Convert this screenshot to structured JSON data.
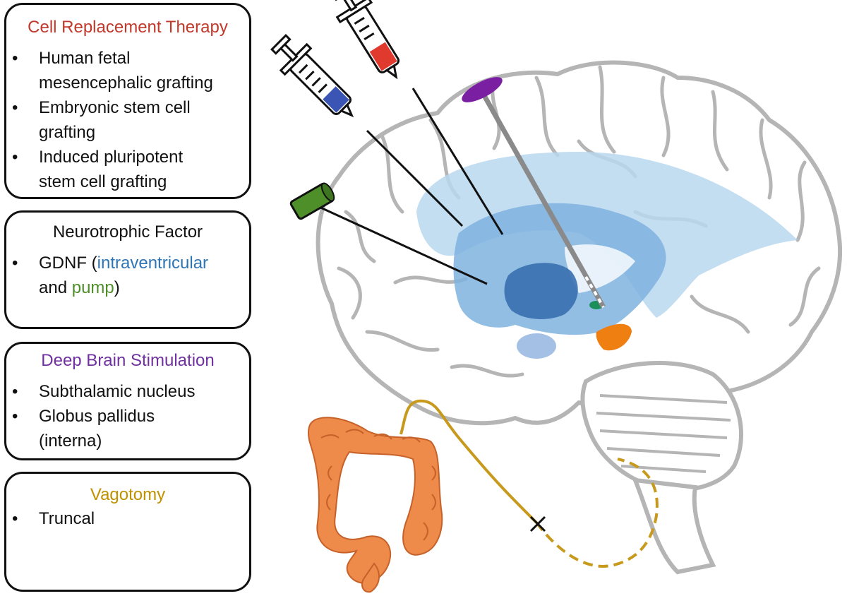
{
  "panels": {
    "cell_replacement": {
      "title": "Cell Replacement Therapy",
      "title_color": "#c0392b",
      "items": [
        {
          "line1": "Human fetal",
          "line2": "mesencephalic grafting"
        },
        {
          "line1": "Embryonic stem cell",
          "line2": "grafting"
        },
        {
          "line1": "Induced pluripotent",
          "line2": "stem cell grafting"
        }
      ]
    },
    "neurotrophic": {
      "title": "Neurotrophic Factor",
      "title_color": "#111111",
      "item_prefix": "GDNF (",
      "item_blue": "intraventricular",
      "item_line2_prefix": "and ",
      "item_green": "pump",
      "item_suffix": ")",
      "blue_color": "#2e75b6",
      "green_color": "#4e8f2a"
    },
    "dbs": {
      "title": "Deep Brain Stimulation",
      "title_color": "#7030a0",
      "items": [
        {
          "line1": "Subthalamic nucleus",
          "line2": ""
        },
        {
          "line1": "Globus pallidus",
          "line2": "(interna)"
        }
      ]
    },
    "vagotomy": {
      "title": "Vagotomy",
      "title_color": "#bf9000",
      "items": [
        {
          "line1": "Truncal",
          "line2": ""
        }
      ]
    }
  },
  "illustration": {
    "syringe_red_color": "#e03a2e",
    "syringe_blue_color": "#3a55b4",
    "pump_color": "#4e8f2a",
    "electrode_cap_color": "#7b1fa2",
    "ventricle_light": "#b9d7ef",
    "ventricle_mid": "#7fb3df",
    "striatum_dark": "#3a6fb0",
    "subthalamic_orange": "#f07f12",
    "gut_color": "#ee8a4a",
    "vagus_color": "#c79a1e",
    "brain_outline": "#b5b5b5"
  }
}
